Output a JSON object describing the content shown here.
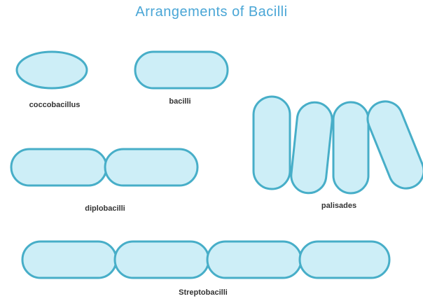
{
  "title": "Arrangements of Bacilli",
  "labels": {
    "coccobacillus": "coccobacillus",
    "bacilli": "bacilli",
    "diplobacilli": "diplobacilli",
    "palisades": "palisades",
    "streptobacilli": "Streptobacilli"
  },
  "colors": {
    "title": "#4aa6d6",
    "cell_fill": "#cdeef7",
    "cell_stroke": "#47aec8",
    "label_text": "#333333"
  }
}
